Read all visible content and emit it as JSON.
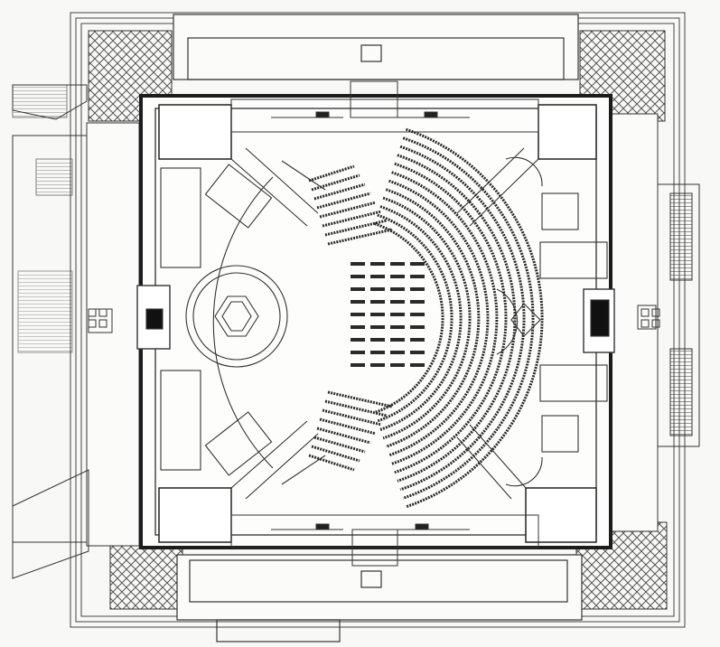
{
  "drawing": {
    "kind": "floor-plan",
    "background": "#f8f8f6",
    "line_color": "#3a3a3a",
    "wall_color": "#1c1c1c",
    "hatch_color": "#555555",
    "seat_color": "#2a2a2a"
  },
  "seating": {
    "central_block_rows": 9,
    "central_block_columns": 4,
    "curved_rows": 12
  },
  "icons": [
    "stair-icon",
    "elevator-icon",
    "grid-marker-icon"
  ]
}
